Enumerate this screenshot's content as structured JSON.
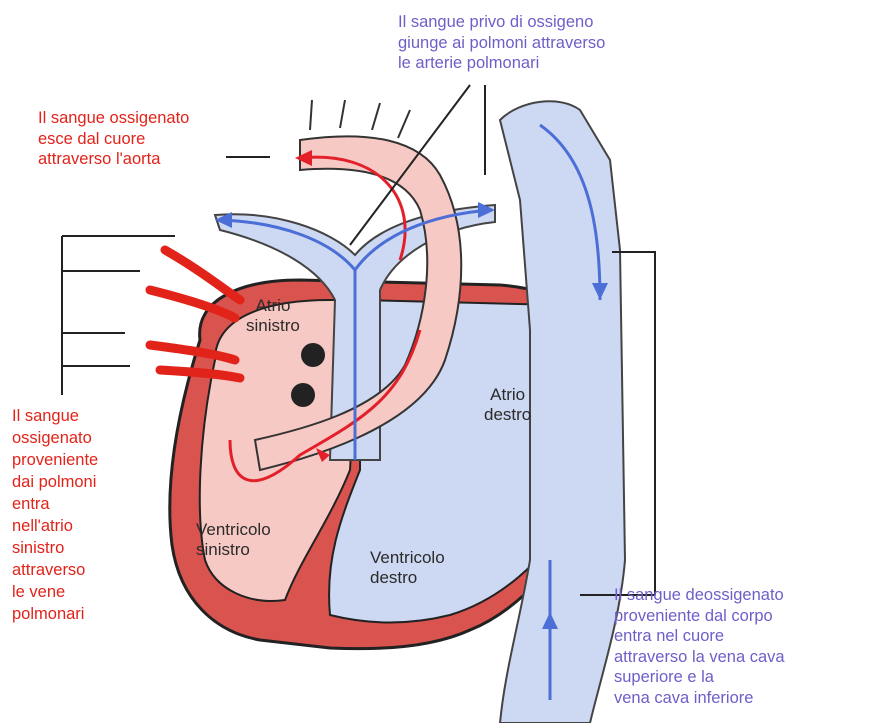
{
  "colors": {
    "oxygenated": "#e2231a",
    "deoxygenated": "#6d5fc9",
    "chamber_text": "#2b2b2b",
    "left_chamber_fill": "#f7c9c4",
    "right_chamber_fill": "#cdd8f2",
    "muscle_fill": "#d9534f",
    "flow_arrow_red": "#e3202a",
    "flow_arrow_blue": "#4b6fd6"
  },
  "labels": {
    "pulmonary_arteries": [
      "Il sangue privo di ossigeno",
      "giunge ai polmoni attraverso",
      "le arterie polmonari"
    ],
    "aorta": [
      "Il sangue ossigenato",
      "esce dal cuore",
      "attraverso l'aorta"
    ],
    "pulmonary_veins": [
      "Il sangue",
      "ossigenato",
      "proveniente",
      "dai polmoni",
      "entra",
      "nell'atrio",
      "sinistro",
      "attraverso",
      "le vene",
      "polmonari"
    ],
    "vena_cava": [
      "Il sangue deossigenato",
      "proveniente dal corpo",
      "entra nel cuore",
      "attraverso la vena cava",
      "superiore e la",
      "vena cava inferiore"
    ]
  },
  "chambers": {
    "left_atrium": [
      "Atrio",
      "sinistro"
    ],
    "right_atrium": [
      "Atrio",
      "destro"
    ],
    "left_ventricle": [
      "Ventricolo",
      "sinistro"
    ],
    "right_ventricle": [
      "Ventricolo",
      "destro"
    ]
  }
}
